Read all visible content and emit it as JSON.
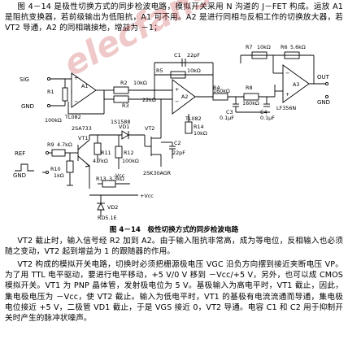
{
  "text": {
    "intro": "图 4－14 是极性切换方式的同步检波电路，模拟开关采用 N 沟道的 J－FET 构成。运放 A1 是阻抗变换器，若前级输出为低阻抗，A1 可不用。A2 是进行同相与反相工作的切换放大器，若 VT2 导通，A2 的同相端接地，增益为 －1；",
    "caption": "图 4－14　极性切换方式的同步检波电路",
    "para1": "VT2 截止时，输入信号经 R2 加到 A2。由于输入阻抗非常高，成为等电位，反相输入也必须随之变动，VT2 起到增益为 1 的跟随器的作用。",
    "para2": "VT2 构成的模拟开关电路，切换时必须把栅源极电压 VGC 沿负方向摆到接近夹断电压 VP。为了用 TTL 电平驱动，要进行电平移动，+5 V/0 V 移到 －Vcc/+5 V，另外，也可以成 CMOS 模拟开关。VT1 为 PNP 晶体管，发射极电位为 5 V。基极输入为高电平时，VT1 截止，因此，集电极电压为 －Vcc，使 VT2 截止。输入为低电平时，VT1 的基极有电流流通而导通，集电极电位接近 +5 V，二极管 VD1 截止，于是 VGS 接近 0，VT2 导通。电容 C1 和 C2 用于抑制开关时产生的脉冲状噪声。"
  },
  "watermark": "elecfans.com",
  "schematic": {
    "components": {
      "A1": "A1",
      "A1_part": "TL082",
      "A2": "A2",
      "A2_part": "TL082",
      "A3": "A3",
      "A3_part": "LF356N",
      "C1": "C1",
      "C1_val": "22pF",
      "C2": "C2",
      "C2_val": "22pF",
      "C3": "C3",
      "C3_val": "0.1μF",
      "C4": "C4",
      "C4_val": "0.1μF",
      "R1": "R1",
      "R1_val": "100kΩ",
      "R2": "R2",
      "R2_val": "10kΩ",
      "R3": "R3",
      "R3_val": "22kΩ",
      "R4": "R4",
      "R4_val": "160kΩ",
      "R5": "R5",
      "R5_val": "10kΩ",
      "R6": "R6",
      "R6_val": "5.6kΩ",
      "R7": "R7",
      "R7_val": "10kΩ",
      "R8": "R8",
      "R8_val": "160kΩ",
      "R9": "R9",
      "R9_val": "4.7kΩ",
      "R10": "R10",
      "R10_val": "1kΩ",
      "R11": "R11",
      "R11_val": "4.7kΩ",
      "R12": "R12",
      "R12_val": "100kΩ",
      "R13": "R13",
      "R13_val": "3.3kΩ",
      "R14": "R14",
      "R14_val": "10kΩ",
      "VT1": "VT1",
      "VT1_part": "2SA733",
      "VT2": "VT2",
      "VT2_part": "2SK30AGR",
      "VD1": "VD1",
      "VD1_part": "1S1588",
      "VD2": "VD2",
      "VD2_part": "RD5.1E"
    },
    "nets": {
      "sig": "SIG",
      "gnd": "GND",
      "ref": "REF",
      "out": "OUT",
      "vcc_pos": "+Vcc",
      "vcc_neg": "-Vcc"
    }
  }
}
